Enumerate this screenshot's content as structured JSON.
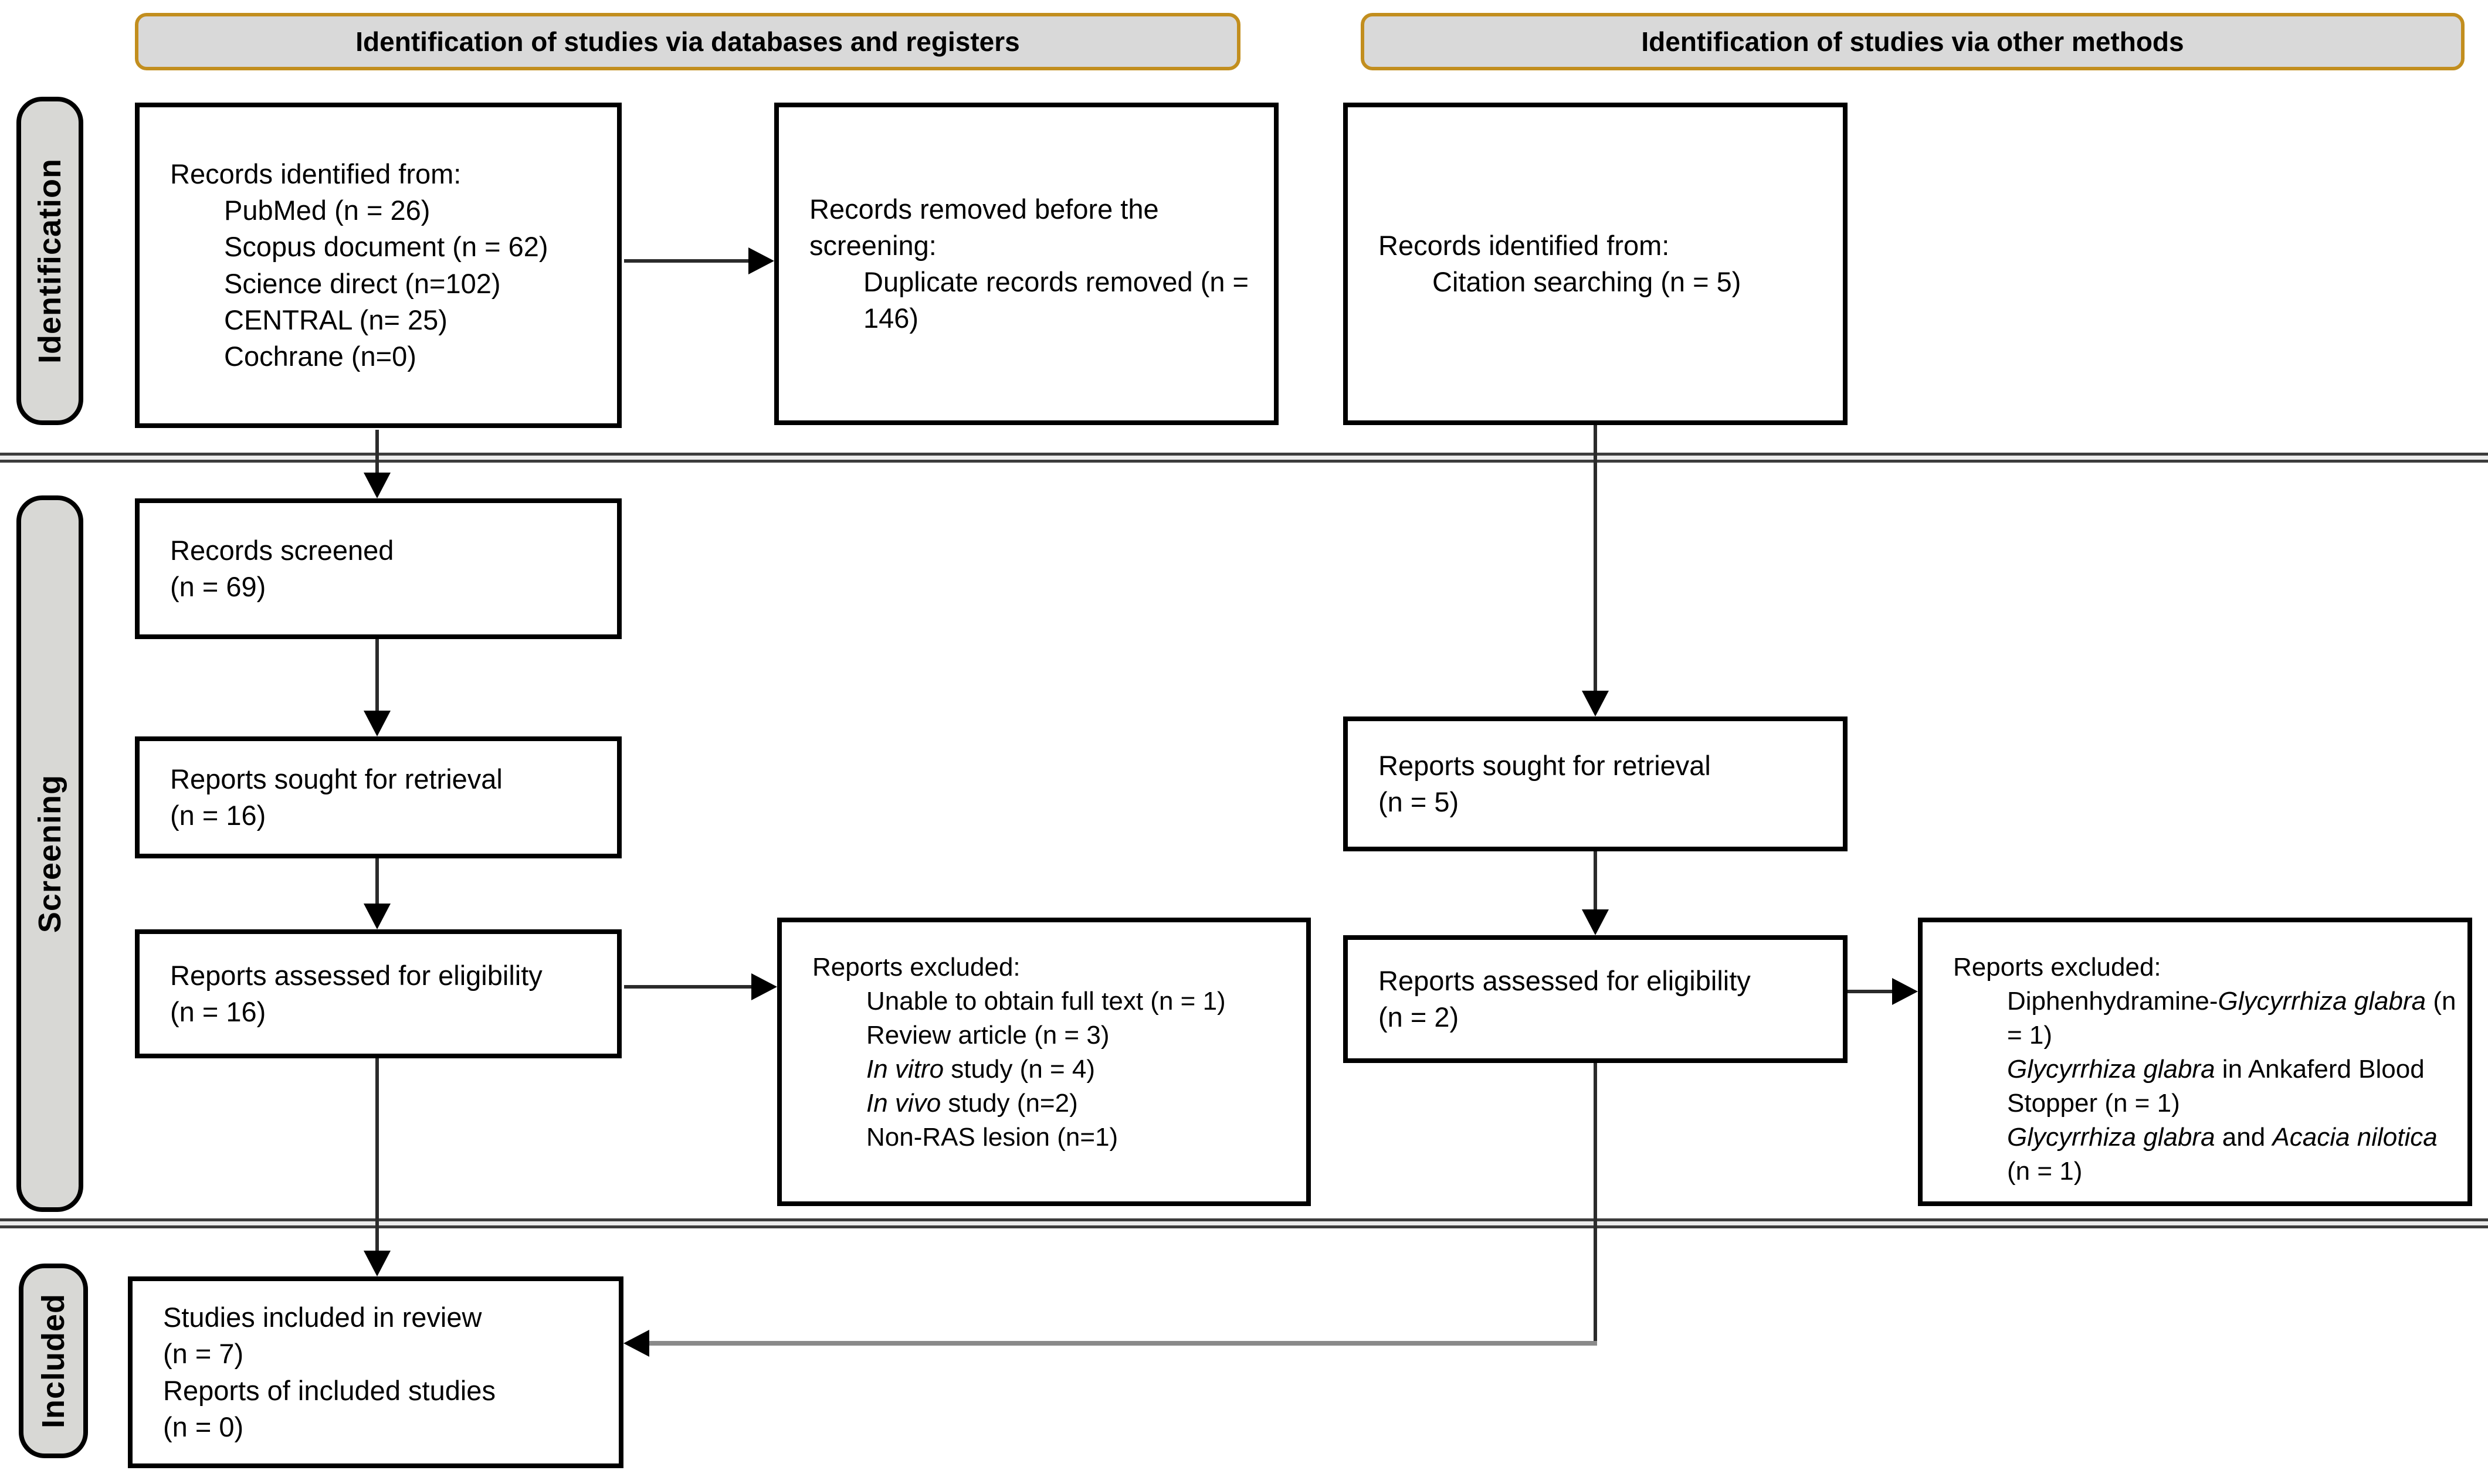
{
  "headers": {
    "left": "Identification of studies via databases and registers",
    "right": "Identification of studies via other methods"
  },
  "sidebar": {
    "identification": "Identification",
    "screening": "Screening",
    "included": "Included"
  },
  "boxes": {
    "db_identified": {
      "title": "Records identified from:",
      "items": [
        "PubMed (n = 26)",
        "Scopus document (n = 62)",
        "Science direct (n=102)",
        "CENTRAL (n= 25)",
        "Cochrane (n=0)"
      ]
    },
    "removed_before_screening": {
      "title": "Records removed before the screening:",
      "items": [
        "Duplicate records removed (n = 146)"
      ]
    },
    "other_identified": {
      "title": "Records identified from:",
      "items": [
        "Citation searching (n = 5)"
      ]
    },
    "records_screened": {
      "lines": [
        "Records screened",
        "(n = 69)"
      ]
    },
    "db_sought": {
      "lines": [
        "Reports sought for retrieval",
        "(n = 16)"
      ]
    },
    "db_eligibility": {
      "lines": [
        "Reports assessed for eligibility",
        "(n = 16)"
      ]
    },
    "db_excluded": {
      "title": "Reports excluded:",
      "items": [
        [
          {
            "text": "Unable to obtain full text (n = 1)",
            "italic": false
          }
        ],
        [
          {
            "text": "Review article (n = 3)",
            "italic": false
          }
        ],
        [
          {
            "text": "In vitro",
            "italic": true
          },
          {
            "text": " study (n = 4)",
            "italic": false
          }
        ],
        [
          {
            "text": "In vivo",
            "italic": true
          },
          {
            "text": " study (n=2)",
            "italic": false
          }
        ],
        [
          {
            "text": "Non-RAS lesion (n=1)",
            "italic": false
          }
        ]
      ]
    },
    "other_sought": {
      "lines": [
        "Reports sought for retrieval",
        "(n = 5)"
      ]
    },
    "other_eligibility": {
      "lines": [
        "Reports assessed for eligibility",
        "(n = 2)"
      ]
    },
    "other_excluded": {
      "title": "Reports excluded:",
      "items": [
        [
          {
            "text": "Diphenhydramine-",
            "italic": false
          },
          {
            "text": "Glycyrrhiza glabra",
            "italic": true
          },
          {
            "text": " (n = 1)",
            "italic": false
          }
        ],
        [
          {
            "text": "Glycyrrhiza glabra",
            "italic": true
          },
          {
            "text": " in Ankaferd Blood Stopper (n = 1)",
            "italic": false
          }
        ],
        [
          {
            "text": "Glycyrrhiza glabra",
            "italic": true
          },
          {
            "text": " and ",
            "italic": false
          },
          {
            "text": "Acacia nilotica",
            "italic": true
          },
          {
            "text": " (n = 1)",
            "italic": false
          }
        ]
      ]
    },
    "included": {
      "lines": [
        "Studies included in review",
        "(n = 7)",
        "Reports of included studies",
        "(n = 0)"
      ]
    }
  },
  "colors": {
    "header_fill": "#d9d9d9",
    "header_border": "#c28e1e",
    "stage_label_fill": "#d8d8d5",
    "box_border": "#000000",
    "line": "#2b2b2b"
  }
}
